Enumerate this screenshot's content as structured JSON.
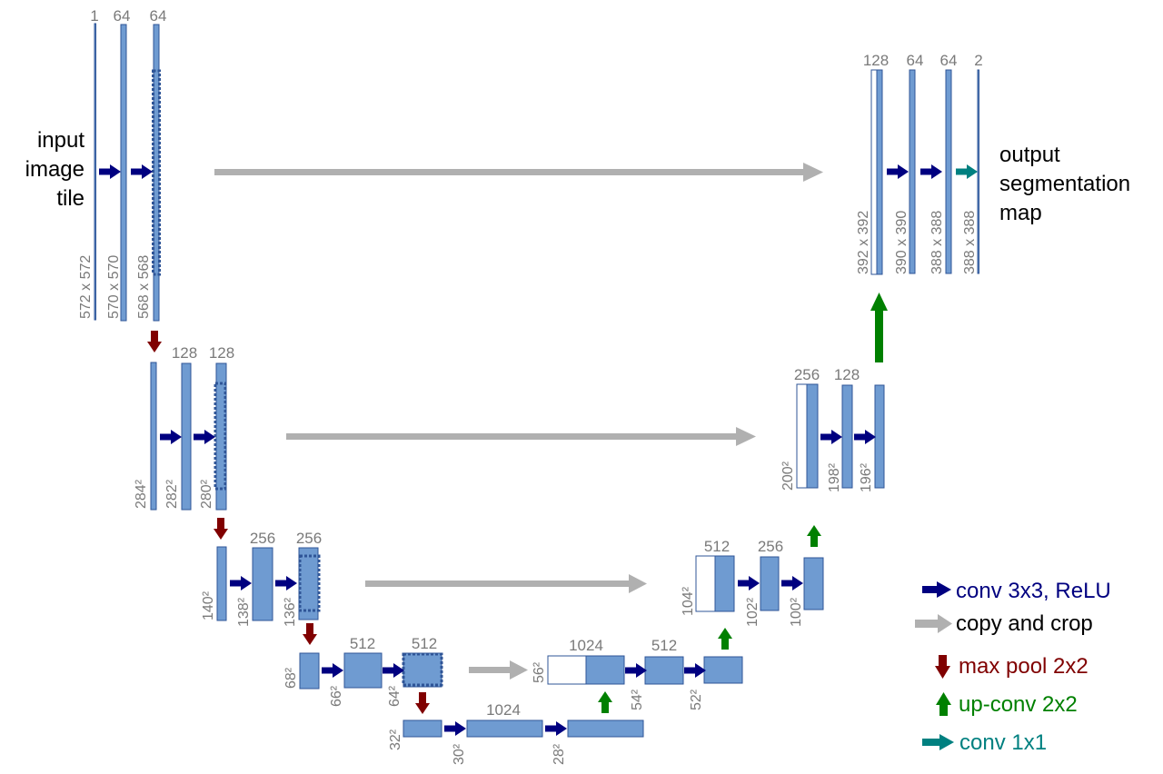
{
  "labels": {
    "input": [
      "input",
      "image",
      "tile"
    ],
    "output": [
      "output",
      "segmentation",
      "map"
    ]
  },
  "channels": {
    "c1": "1",
    "c64a": "64",
    "c64b": "64",
    "c128a": "128",
    "c128b": "128",
    "c256a": "256",
    "c256b": "256",
    "c512a": "512",
    "c512b": "512",
    "c1024a": "1024",
    "u1024": "1024",
    "u512": "512",
    "u512b": "512",
    "u256": "256",
    "u256b": "256",
    "u128": "128",
    "u128b": "128",
    "u64a": "64",
    "u64b": "64",
    "u2": "2"
  },
  "sizes": {
    "s572": "572 x 572",
    "s570": "570 x 570",
    "s568": "568 x 568",
    "s284": "284²",
    "s282": "282²",
    "s280": "280²",
    "s140": "140²",
    "s138": "138²",
    "s136": "136²",
    "s68": "68²",
    "s66": "66²",
    "s64": "64²",
    "s32": "32²",
    "s30": "30²",
    "s28": "28²",
    "s56": "56²",
    "s54": "54²",
    "s52": "52²",
    "s104": "104²",
    "s102": "102²",
    "s100": "100²",
    "s200": "200²",
    "s198": "198²",
    "s196": "196²",
    "s392": "392 x 392",
    "s390": "390 x 390",
    "s388a": "388 x 388",
    "s388b": "388 x 388"
  },
  "legend": {
    "conv": "conv 3x3, ReLU",
    "copy": "copy and crop",
    "pool": "max pool 2x2",
    "up": "up-conv 2x2",
    "conv1": "conv 1x1"
  },
  "colors": {
    "feature_map": "#6f9bd1",
    "conv_arrow": "#000080",
    "copy_arrow": "#b0b0b0",
    "pool_arrow": "#800000",
    "up_arrow": "#008000",
    "conv1_arrow": "#008080",
    "label_gray": "#7a7a7a"
  }
}
